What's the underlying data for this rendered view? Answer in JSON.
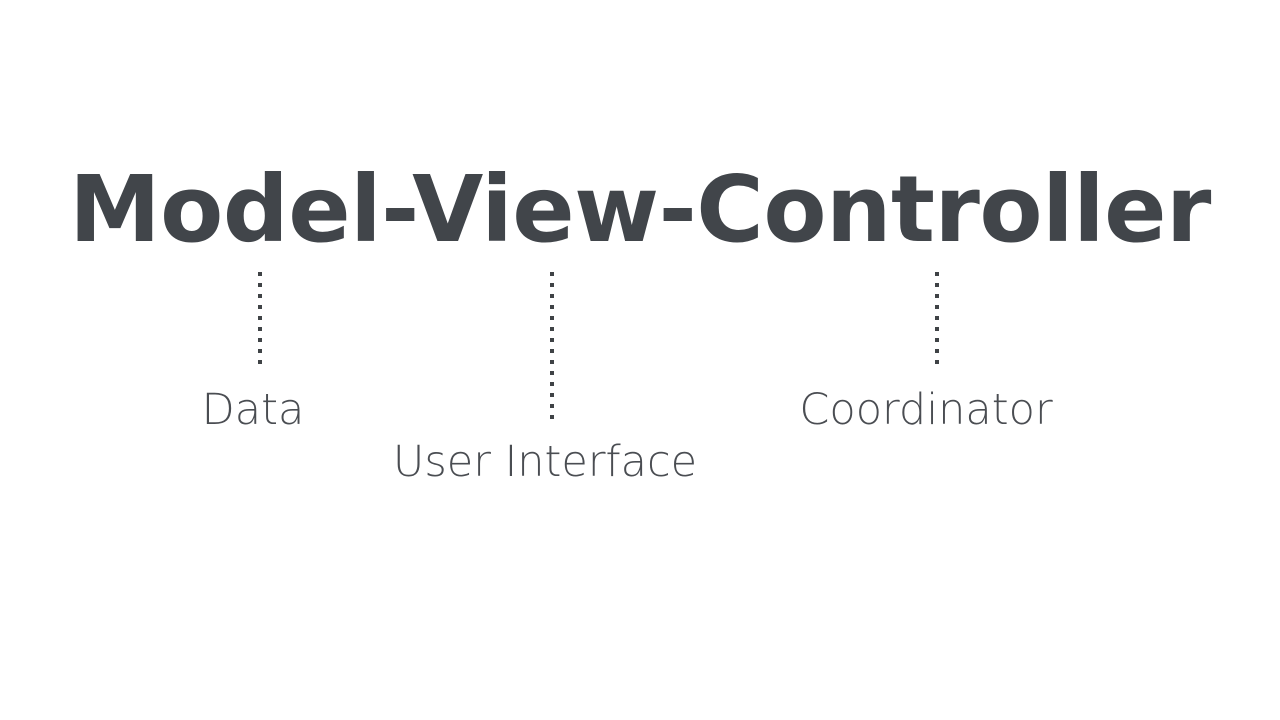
{
  "slide": {
    "background_color": "#ffffff",
    "title": "Model-View-Controller",
    "title_color": "#41454a",
    "label_color": "#4a4d52",
    "connector_color": "#3f4346"
  },
  "diagram": {
    "type": "annotated-term-breakdown",
    "parts": [
      {
        "term": "Model",
        "label": "Data",
        "connector": "dotted-vertical-line"
      },
      {
        "term": "View",
        "label": "User Interface",
        "connector": "dotted-vertical-line"
      },
      {
        "term": "Controller",
        "label": "Coordinator",
        "connector": "dotted-vertical-line"
      }
    ]
  }
}
